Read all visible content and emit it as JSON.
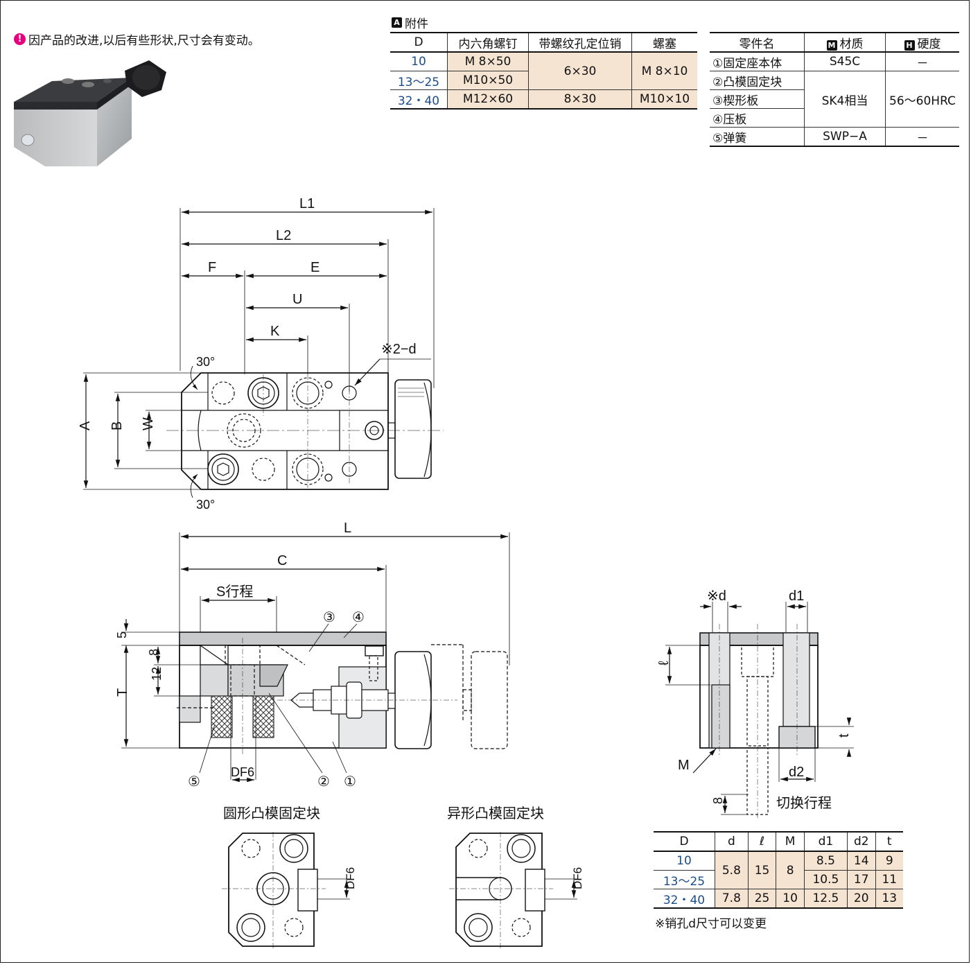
{
  "notice": {
    "icon": "exclamation-icon",
    "text": "因产品的改进,以后有些形状,尺寸会有变动。"
  },
  "accessory": {
    "tag": "A",
    "title": "附件",
    "headers": [
      "D",
      "内六角螺钉",
      "带螺纹孔定位销",
      "螺塞"
    ],
    "rows": [
      {
        "d": "10",
        "screw": "M  8×50",
        "pin": "6×30",
        "plug": "M  8×10"
      },
      {
        "d": "13～25",
        "screw": "M10×50"
      },
      {
        "d": "32・40",
        "screw": "M12×60",
        "pin": "8×30",
        "plug": "M10×10"
      }
    ]
  },
  "parts": {
    "headers": {
      "name": "零件名",
      "material_tag": "M",
      "material": "材质",
      "hardness_tag": "H",
      "hardness": "硬度"
    },
    "rows": [
      {
        "name": "①固定座本体",
        "material": "S45C",
        "hardness": "－"
      },
      {
        "name": "②凸模固定块",
        "material": "SK4相当",
        "hardness": "56～60HRC"
      },
      {
        "name": "③楔形板"
      },
      {
        "name": "④压板"
      },
      {
        "name": "⑤弹簧",
        "material": "SWP−A",
        "hardness": "－"
      }
    ]
  },
  "top_view": {
    "labels": {
      "L1": "L1",
      "L2": "L2",
      "F": "F",
      "E": "E",
      "U": "U",
      "K": "K",
      "hole": "※2−d",
      "angle_top": "30°",
      "angle_bottom": "30°",
      "A": "A",
      "B": "B",
      "W": "W"
    }
  },
  "side_view": {
    "labels": {
      "L": "L",
      "C": "C",
      "stroke": "S行程",
      "T": "T",
      "dim5": "5",
      "dim8": "8",
      "dim12": "12",
      "dia": "DF6",
      "p1": "①",
      "p2": "②",
      "p3": "③",
      "p4": "④",
      "p5": "⑤"
    }
  },
  "end_view": {
    "labels": {
      "d": "※d",
      "d1": "d1",
      "ell": "ℓ",
      "t": "t",
      "M": "M",
      "d2": "d2",
      "eight": "8",
      "switch": "切换行程"
    }
  },
  "variants": {
    "round_title": "圆形凸模固定块",
    "shaped_title": "异形凸模固定块",
    "dia_label": "DF6"
  },
  "dimension_table": {
    "headers": [
      "D",
      "d",
      "ℓ",
      "M",
      "d1",
      "d2",
      "t"
    ],
    "rows": [
      {
        "D": "10",
        "d": "5.8",
        "l": "15",
        "M": "8",
        "d1": "8.5",
        "d2": "14",
        "t": "9"
      },
      {
        "D": "13～25",
        "d1": "10.5",
        "d2": "17",
        "t": "11"
      },
      {
        "D": "32・40",
        "d": "7.8",
        "l": "25",
        "M": "10",
        "d1": "12.5",
        "d2": "20",
        "t": "13"
      }
    ]
  },
  "footnote": "※销孔d尺寸可以变更"
}
